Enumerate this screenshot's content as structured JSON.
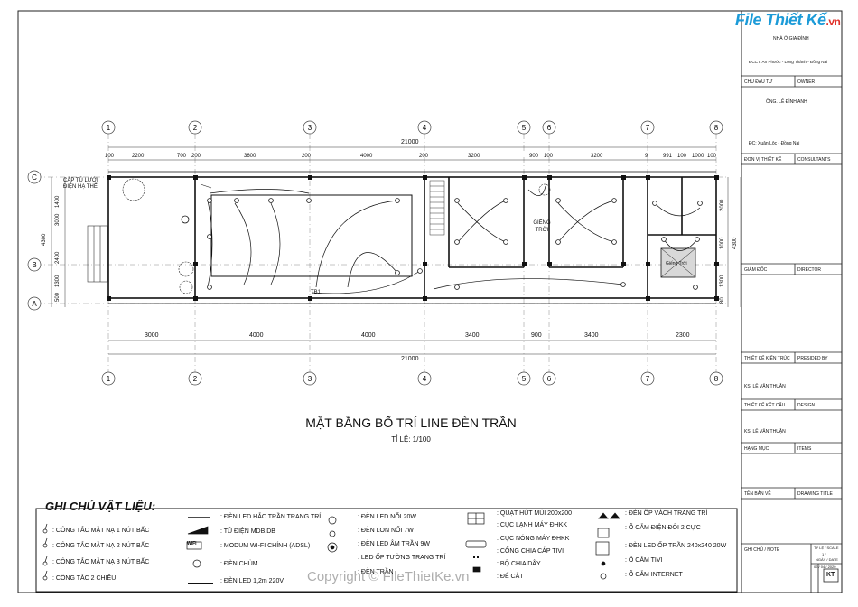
{
  "drawing": {
    "title": "MẶT BẰNG BỐ TRÍ LINE ĐÈN TRẦN",
    "scale": "TỈ LỆ: 1/100",
    "grid_top_labels": [
      "1",
      "2",
      "3",
      "4",
      "5",
      "6",
      "7",
      "8"
    ],
    "grid_side_labels": [
      "C",
      "B",
      "A"
    ],
    "overall_dim_top": "21000",
    "overall_dim_bottom": "21000",
    "top_dims": [
      "100",
      "2200",
      "700",
      "200",
      "3600",
      "200",
      "4000",
      "200",
      "3200",
      "900",
      "100",
      "3200",
      "9",
      "991",
      "100",
      "1000",
      "100"
    ],
    "bottom_dims": [
      "3000",
      "4000",
      "4000",
      "3400",
      "900",
      "3400",
      "2300"
    ],
    "left_dims_outer": [
      "4300"
    ],
    "left_dims_inner": [
      "1400",
      "3000",
      "2400",
      "1300",
      "500"
    ],
    "right_dims": [
      "2000",
      "1000",
      "4300",
      "1300",
      "80"
    ],
    "room_labels": {
      "light_well": "GIẾNG TRỜI",
      "skylight": "Giếng Trời",
      "meter_note": "CẤP TỦ LƯỚI ĐIỆN HẠ THẾ",
      "tb1": "TB1"
    }
  },
  "title_block": {
    "logo_main": "File Thiết Kế",
    "logo_suffix": ".vn",
    "project": "NHÀ Ở GIA ĐÌNH",
    "address": "ĐCCT: An Phước - Long Thành - Đồng Nai",
    "owner_label": "CHỦ ĐẦU TƯ",
    "owner_label_en": "OWNER",
    "owner_name": "ÔNG. LÊ ĐÌNH ANH",
    "owner_address": "ĐC: Xuân Lộc - Đồng Nai",
    "consultant_label": "ĐƠN VỊ THIẾT KẾ",
    "consultant_label_en": "CONSULTANTS",
    "director_label": "GIÁM ĐỐC",
    "director_label_en": "DIRECTOR",
    "arch_label": "THIẾT KẾ KIẾN TRÚC",
    "arch_label_en": "PRESIDED BY",
    "arch_name": "KS. LÊ VĂN THUẬN",
    "struct_label": "THIẾT KẾ KẾT CẤU",
    "struct_label_en": "DESIGN",
    "struct_name": "KS. LÊ VĂN THUẬN",
    "items_label": "HẠNG MỤC",
    "items_label_en": "ITEMS",
    "drawing_name_label": "TÊN BẢN VẼ",
    "drawing_name_label_en": "DRAWING TITLE",
    "note_label": "GHI CHÚ / NOTE",
    "scale_label": "TỶ LỆ / SCALE",
    "scale_value": "1 /",
    "date_label": "NGÀY / DATE",
    "date_value": "02 / 04 / 2020",
    "sheet_code": "KT"
  },
  "legend": {
    "heading": "GHI CHÚ VẬT LIỆU:",
    "col1": [
      ": CÔNG TẮC MẶT NẠ 1 NÚT BẤC",
      ": CÔNG TẮC MẶT NẠ 2 NÚT BẤC",
      ": CÔNG TẮC MẶT NẠ 3 NÚT BẤC",
      ": CÔNG TẮC 2 CHIỀU"
    ],
    "col2": [
      ": ĐÈN LED HẮC TRẦN TRANG TRÍ",
      ": TỦ ĐIỆN MDB,DB",
      ": MODUM WI-FI CHÍNH (ADSL)",
      ": ĐÈN CHÙM",
      ": ĐÈN LED 1,2m 220V"
    ],
    "col3": [
      ": ĐÈN LED NỔI 20W",
      ": ĐÈN LON NỔI 7W",
      ": ĐÈN LED ÂM TRẦN 9W",
      ": LED ỐP TƯỜNG TRANG TRÍ",
      ": ĐÈN TRẦN"
    ],
    "col4": [
      ": QUẠT HÚT MÙI 200x200",
      ": CỤC LẠNH MÁY ĐHKK",
      ": CỤC NÓNG MÁY ĐHKK",
      ": CỔNG CHIA CÁP TIVI",
      ": BỘ CHIA DÂY",
      ": ĐẾ CẮT"
    ],
    "col5": [
      ": ĐÈN ỐP VÁCH TRANG TRÍ",
      ": Ổ CẮM ĐIỆN ĐÔI 2 CỰC",
      ": ĐÈN LED ỐP TRẦN 240x240 20W",
      ": Ổ CẮM TIVI",
      ": Ổ CẮM INTERNET"
    ],
    "wifi_icon_text": "WIFI"
  },
  "watermark": "Copyright © FileThietKe.vn"
}
